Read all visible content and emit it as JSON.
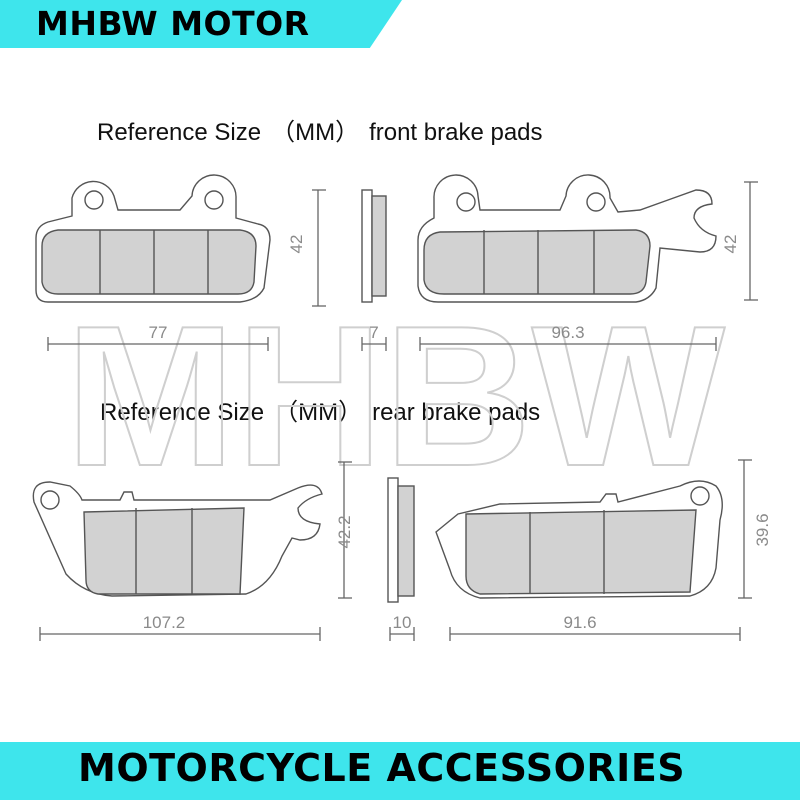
{
  "brand": {
    "name": "MHBW MOTOR",
    "tagline": "MOTORCYCLE ACCESSORIES",
    "accent": "#3ee5ec"
  },
  "watermark": {
    "text": "MHBW"
  },
  "front": {
    "heading_prefix": "Reference Size",
    "unit": "（MM）",
    "heading_suffix": "front brake pads",
    "pad_a": {
      "width": "77",
      "height": "42"
    },
    "thickness": "7",
    "pad_b": {
      "width": "96.3",
      "height": "42"
    }
  },
  "rear": {
    "heading_prefix": "Reference Size",
    "unit": "（MM）",
    "heading_suffix": "rear brake pads",
    "pad_a": {
      "width": "107.2",
      "height": "42.2"
    },
    "thickness": "10",
    "pad_b": {
      "width": "91.6",
      "height": "39.6"
    }
  }
}
